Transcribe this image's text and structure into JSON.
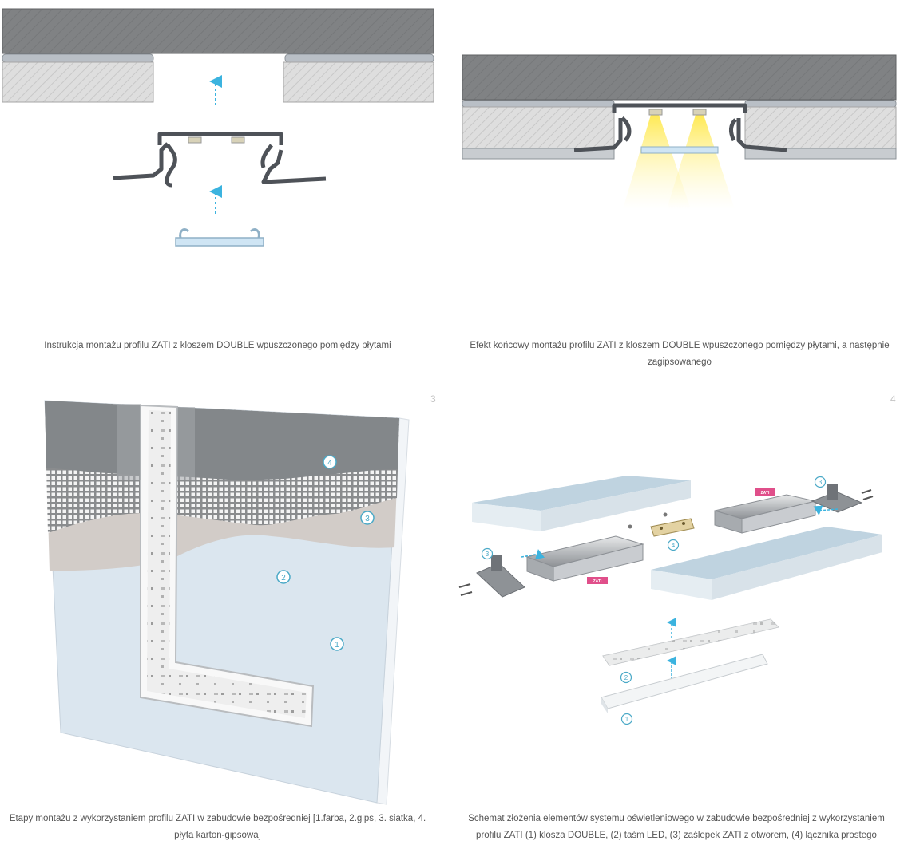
{
  "panels": [
    {
      "id": 1,
      "caption": "Instrukcja montażu profilu ZATI z kloszem DOUBLE wpuszczonego pomiędzy płytami"
    },
    {
      "id": 2,
      "caption": "Efekt końcowy montażu profilu ZATI z kloszem DOUBLE wpuszczonego pomiędzy płytami, a następnie zagipsowanego"
    },
    {
      "id": 3,
      "number": "3",
      "caption": "Etapy montażu z wykorzystaniem profilu ZATI w zabudowie bezpośredniej [1.farba, 2.gips, 3. siatka, 4. płyta karton-gipsowa]",
      "callouts": [
        "1",
        "2",
        "3",
        "4"
      ]
    },
    {
      "id": 4,
      "number": "4",
      "caption": "Schemat złożenia elementów systemu oświetleniowego w zabudowie bezpośredniej z wykorzystaniem profilu ZATI (1) klosza DOUBLE, (2) taśm LED, (3) zaślepek ZATI z otworem, (4) łącznika prostego",
      "callouts": [
        "1",
        "2",
        "3",
        "3",
        "4"
      ],
      "tag": "ZATI"
    }
  ],
  "colors": {
    "concrete": "#808284",
    "board": "#dcdcdc",
    "profile": "#4e5258",
    "diffuser": "#cfe5f4",
    "arrow": "#3bb3df",
    "light": "#ffe84a",
    "callout": "#4aa9c7",
    "tag": "#e04f8a"
  }
}
